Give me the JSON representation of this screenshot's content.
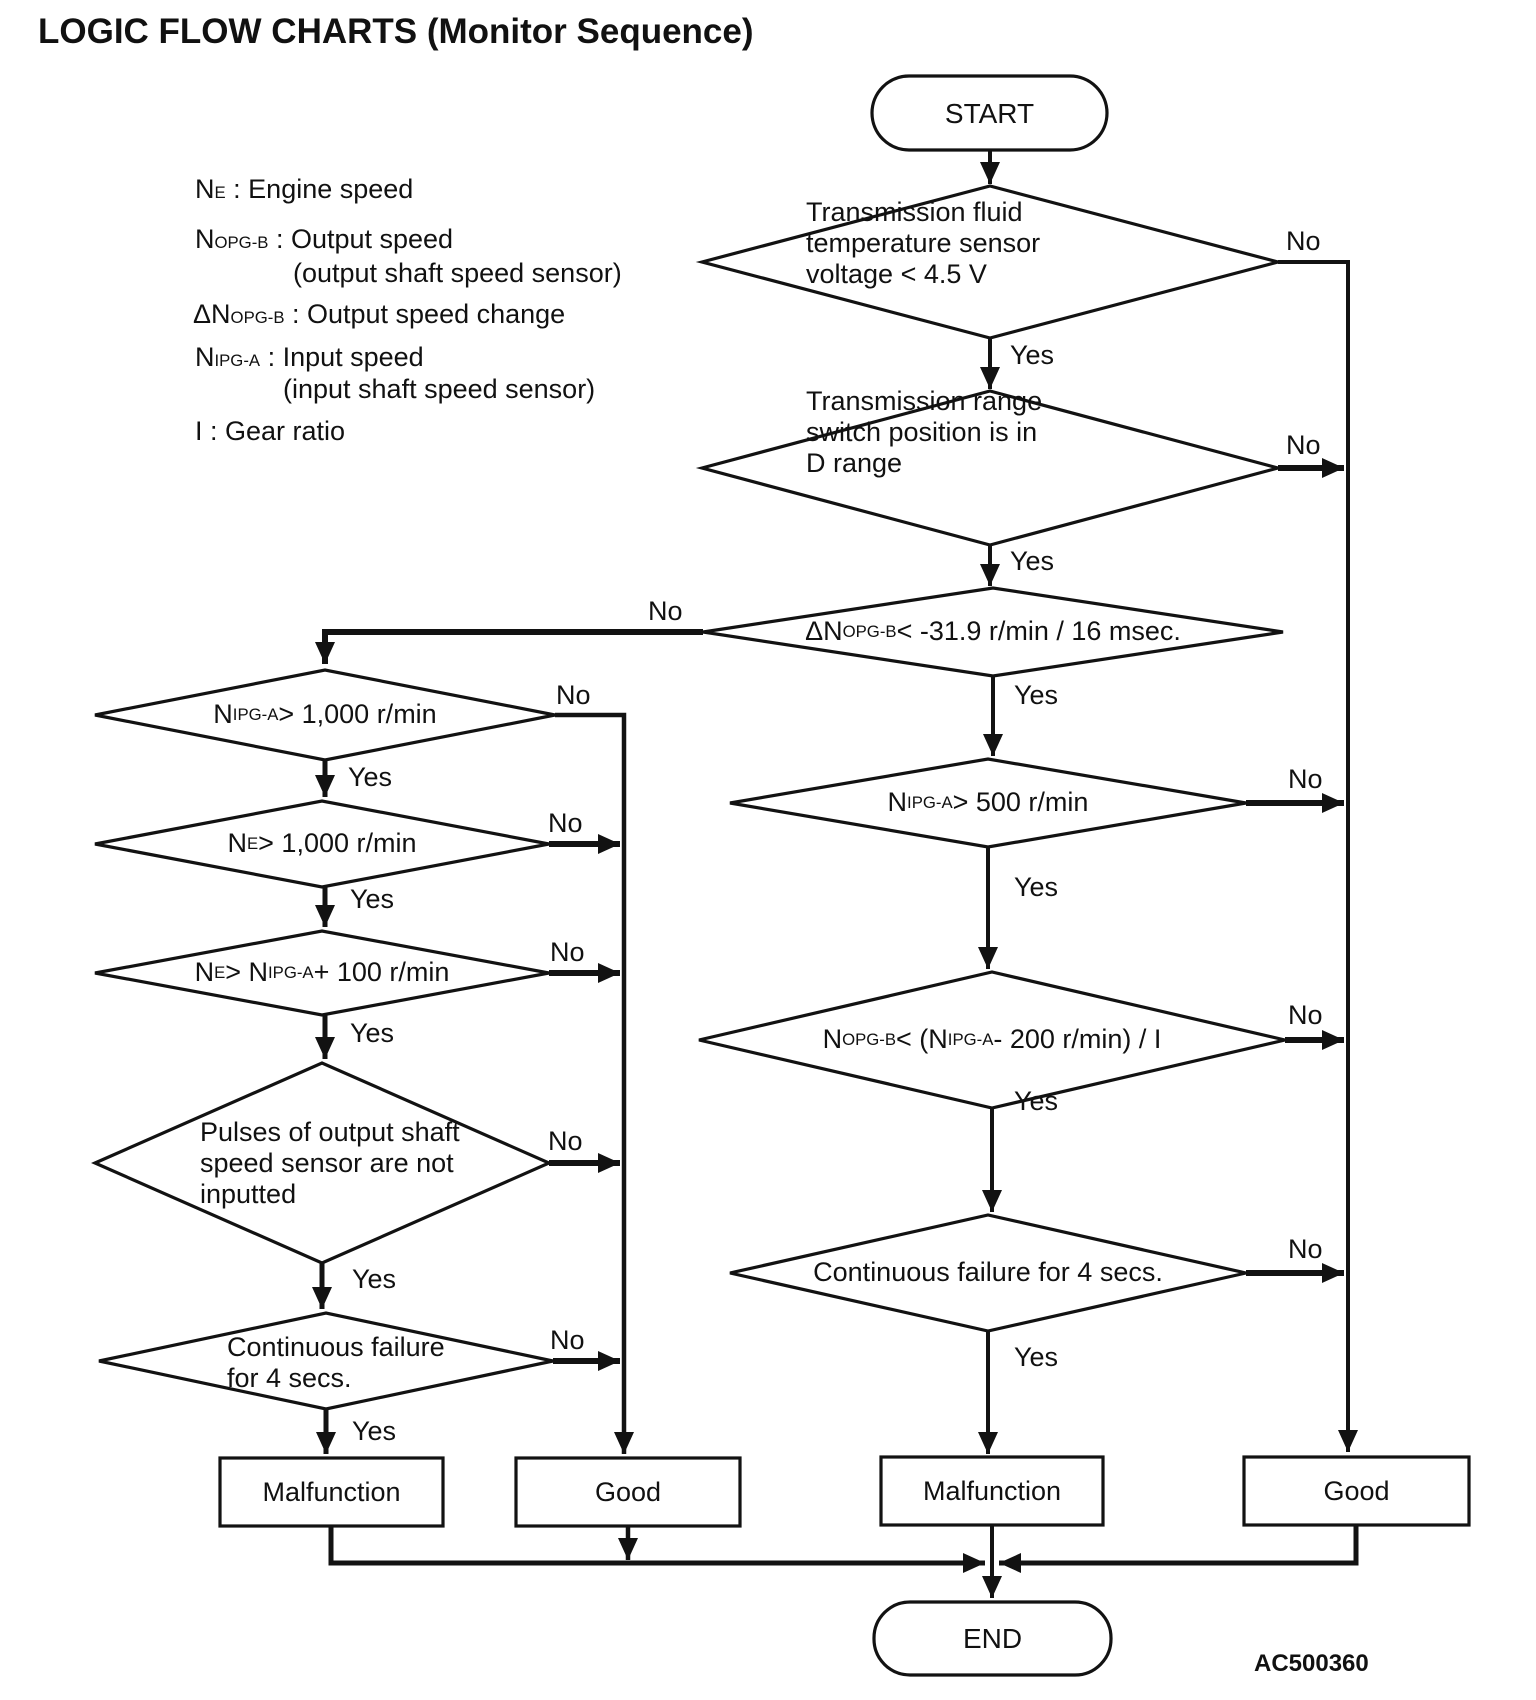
{
  "title": "LOGIC FLOW CHARTS (Monitor Sequence)",
  "figure_code": "AC500360",
  "legend": {
    "lines": [
      "N{E} : Engine speed",
      "N{OPG-B} : Output speed",
      "(output shaft speed sensor)",
      "ΔN{OPG-B} : Output speed change",
      "N{IPG-A} : Input speed",
      "(input shaft speed sensor)",
      "I : Gear ratio"
    ]
  },
  "flowchart": {
    "nodes": {
      "start": {
        "type": "terminal",
        "label": "START"
      },
      "fluid_temp": {
        "type": "decision",
        "label": "Transmission fluid\ntemperature sensor\nvoltage < 4.5 V"
      },
      "range_switch": {
        "type": "decision",
        "label": "Transmission range\nswitch position is in\nD range"
      },
      "output_speed_change": {
        "type": "decision",
        "label": "ΔN{OPG-B} < -31.9 r/min / 16 msec."
      },
      "input_speed_500": {
        "type": "decision",
        "label": "N{IPG-A} > 500 r/min"
      },
      "output_vs_input": {
        "type": "decision",
        "label": "N{OPG-B} < (N{IPG-A} - 200 r/min) / I"
      },
      "continuous_failure_right": {
        "type": "decision",
        "label": "Continuous failure for 4 secs."
      },
      "input_speed_1000": {
        "type": "decision",
        "label": "N{IPG-A} > 1,000 r/min"
      },
      "engine_speed_1000": {
        "type": "decision",
        "label": "N{E} > 1,000 r/min"
      },
      "engine_vs_input": {
        "type": "decision",
        "label": "N{E} > N{IPG-A} + 100 r/min"
      },
      "pulses_not_inputted": {
        "type": "decision",
        "label": "Pulses of output shaft\nspeed sensor are not\ninputted"
      },
      "continuous_failure_left": {
        "type": "decision",
        "label": "Continuous failure\nfor 4 secs."
      },
      "malfunction_left": {
        "type": "process",
        "label": "Malfunction"
      },
      "good_left": {
        "type": "process",
        "label": "Good"
      },
      "malfunction_right": {
        "type": "process",
        "label": "Malfunction"
      },
      "good_right": {
        "type": "process",
        "label": "Good"
      },
      "end": {
        "type": "terminal",
        "label": "END"
      }
    },
    "edges": [
      {
        "from": "start",
        "to": "fluid_temp",
        "label": ""
      },
      {
        "from": "fluid_temp",
        "to": "good_right",
        "label": "No"
      },
      {
        "from": "fluid_temp",
        "to": "range_switch",
        "label": "Yes"
      },
      {
        "from": "range_switch",
        "to": "good_right",
        "label": "No"
      },
      {
        "from": "range_switch",
        "to": "output_speed_change",
        "label": "Yes"
      },
      {
        "from": "output_speed_change",
        "to": "input_speed_1000",
        "label": "No"
      },
      {
        "from": "output_speed_change",
        "to": "input_speed_500",
        "label": "Yes"
      },
      {
        "from": "input_speed_500",
        "to": "good_right",
        "label": "No"
      },
      {
        "from": "input_speed_500",
        "to": "output_vs_input",
        "label": "Yes"
      },
      {
        "from": "output_vs_input",
        "to": "good_right",
        "label": "No"
      },
      {
        "from": "output_vs_input",
        "to": "continuous_failure_right",
        "label": "Yes"
      },
      {
        "from": "continuous_failure_right",
        "to": "good_right",
        "label": "No"
      },
      {
        "from": "continuous_failure_right",
        "to": "malfunction_right",
        "label": "Yes"
      },
      {
        "from": "input_speed_1000",
        "to": "good_left",
        "label": "No"
      },
      {
        "from": "input_speed_1000",
        "to": "engine_speed_1000",
        "label": "Yes"
      },
      {
        "from": "engine_speed_1000",
        "to": "good_left",
        "label": "No"
      },
      {
        "from": "engine_speed_1000",
        "to": "engine_vs_input",
        "label": "Yes"
      },
      {
        "from": "engine_vs_input",
        "to": "good_left",
        "label": "No"
      },
      {
        "from": "engine_vs_input",
        "to": "pulses_not_inputted",
        "label": "Yes"
      },
      {
        "from": "pulses_not_inputted",
        "to": "good_left",
        "label": "No"
      },
      {
        "from": "pulses_not_inputted",
        "to": "continuous_failure_left",
        "label": "Yes"
      },
      {
        "from": "continuous_failure_left",
        "to": "good_left",
        "label": "No"
      },
      {
        "from": "continuous_failure_left",
        "to": "malfunction_left",
        "label": "Yes"
      },
      {
        "from": "malfunction_left",
        "to": "end",
        "label": ""
      },
      {
        "from": "good_left",
        "to": "end",
        "label": ""
      },
      {
        "from": "malfunction_right",
        "to": "end",
        "label": ""
      },
      {
        "from": "good_right",
        "to": "end",
        "label": ""
      }
    ]
  },
  "colors": {
    "ink": "#121212",
    "background": "#ffffff"
  }
}
